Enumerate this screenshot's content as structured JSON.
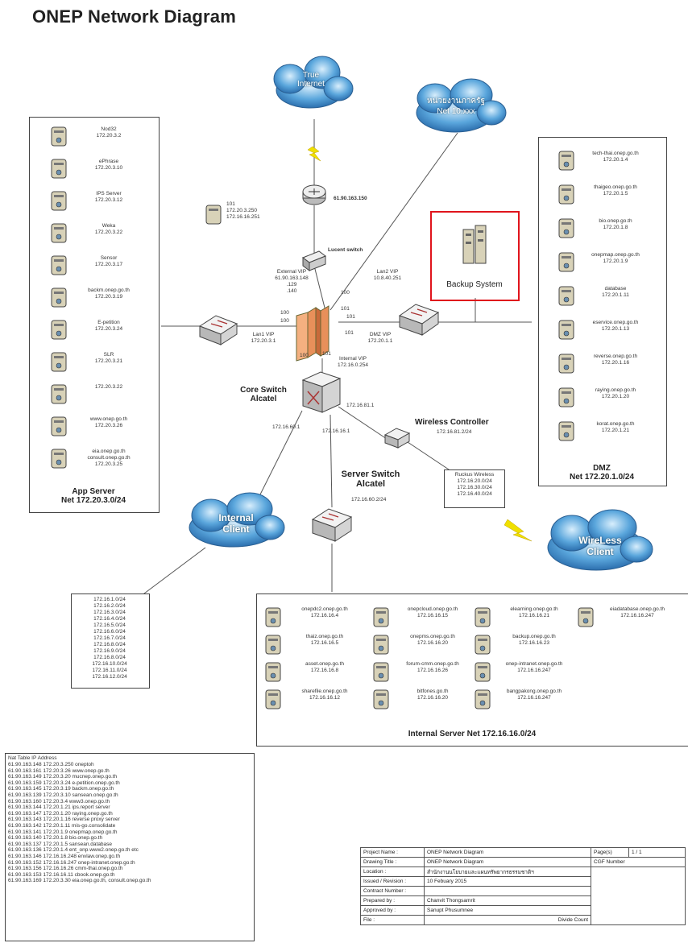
{
  "title": "ONEP Network Diagram",
  "clouds": {
    "internet": [
      "True",
      "Internet"
    ],
    "gov": [
      "หน่วยงานภาครัฐ",
      "Net 10.xxx"
    ],
    "internal": [
      "Internal",
      "Client"
    ],
    "wireless": [
      "WireLess",
      "Client"
    ]
  },
  "router_ip": "61.90.163.150",
  "lucent_label": "Lucent switch",
  "misc_server": [
    "101",
    "172.20.3.250",
    "172.16.16.251"
  ],
  "external_vip": [
    "External VIP",
    "61.90.163.148",
    ".129",
    ".140"
  ],
  "lan2_vip": [
    "Lan2 VIP",
    "10.8.40.251"
  ],
  "lan1_vip": [
    "Lan1 VIP",
    "172.20.3.1"
  ],
  "dmz_vip": [
    "DMZ VIP",
    "172.20.1.1"
  ],
  "internal_vip": [
    "Internal VIP",
    "172.16.0.254"
  ],
  "port_labels": [
    "100",
    "101",
    "101",
    "100",
    "100",
    "100",
    "101",
    "101",
    "100",
    "101"
  ],
  "core_switch": [
    "Core Switch",
    "Alcatel"
  ],
  "core_ip1": "172.16.81.1",
  "core_ip2": "172.16.60.1",
  "core_ip3": "172.16.16.1",
  "wireless_controller": "Wireless Controller",
  "wireless_controller_ip": "172.16.81.2/24",
  "ruckus": [
    "Ruckus Wireless",
    "172.16.20.0/24",
    "172.16.30.0/24",
    "172.16.40.0/24"
  ],
  "server_switch": [
    "Server Switch",
    "Alcatel"
  ],
  "server_switch_ip": "172.16.60.2/24",
  "backup_system": "Backup System",
  "app_server": {
    "title": [
      "App Server",
      "Net 172.20.3.0/24"
    ],
    "items": [
      [
        "Nod32",
        "172.20.3.2"
      ],
      [
        "ePhrase",
        "172.20.3.10"
      ],
      [
        "IPS Server",
        "172.20.3.12"
      ],
      [
        "Weka",
        "172.20.3.22"
      ],
      [
        "Sensor",
        "172.20.3.17"
      ],
      [
        "backm.onep.go.th",
        "172.20.3.19"
      ],
      [
        "E-petition",
        "172.20.3.24"
      ],
      [
        "SLR",
        "172.20.3.21"
      ],
      [
        "",
        "172.20.3.22"
      ],
      [
        "www.onep.go.th",
        "172.20.3.26"
      ],
      [
        "eia.onep.go.th",
        "consult.onep.go.th",
        "172.20.3.25"
      ]
    ]
  },
  "dmz": {
    "title": [
      "DMZ",
      "Net 172.20.1.0/24"
    ],
    "items": [
      [
        "tech-thai.onep.go.th",
        "172.20.1.4"
      ],
      [
        "thaigeo.onep.go.th",
        "172.20.1.5"
      ],
      [
        "bio.onep.go.th",
        "172.20.1.8"
      ],
      [
        "onepmap.onep.go.th",
        "172.20.1.9"
      ],
      [
        "database",
        "172.20.1.11"
      ],
      [
        "eservice.onep.go.th",
        "172.20.1.13"
      ],
      [
        "reverse.onep.go.th",
        "172.20.1.16"
      ],
      [
        "raying.onep.go.th",
        "172.20.1.20"
      ],
      [
        "korat.onep.go.th",
        "172.20.1.21"
      ]
    ]
  },
  "internal_server": {
    "title": "Internal Server Net 172.16.16.0/24",
    "items": [
      [
        "onepdc2.onep.go.th",
        "172.16.16.4"
      ],
      [
        "onepcloud.onep.go.th",
        "172.16.16.15"
      ],
      [
        "elearning.onep.go.th",
        "172.16.16.21"
      ],
      [
        "eiadatabase.onep.go.th",
        "172.16.16.247"
      ],
      [
        "thaiz.onep.go.th",
        "172.16.16.5"
      ],
      [
        "onepms.onep.go.th",
        "172.16.16.20"
      ],
      [
        "backup.onep.go.th",
        "172.16.16.23"
      ],
      [
        "asset.onep.go.th",
        "172.16.16.8"
      ],
      [
        "forum-cmm.onep.go.th",
        "172.16.16.26"
      ],
      [
        "onep-intranet.onep.go.th",
        "172.16.16.247"
      ],
      [
        "sharefile.onep.go.th",
        "172.16.16.12"
      ],
      [
        "bitfones.go.th",
        "172.16.16.20"
      ],
      [
        "bangpakong.onep.go.th",
        "172.16.16.247"
      ]
    ]
  },
  "client_subnets": [
    "172.16.1.0/24",
    "172.16.2.0/24",
    "172.16.3.0/24",
    "172.16.4.0/24",
    "172.16.5.0/24",
    "172.16.6.0/24",
    "172.16.7.0/24",
    "172.16.8.0/24",
    "172.16.9.0/24",
    "172.16.8.0/24",
    "172.16.10.0/24",
    "172.16.11.0/24",
    "172.16.12.0/24"
  ],
  "nat_table": {
    "title": "Nat Table IP Address",
    "rows": [
      "61.90.163.148 172.20.3.250 oneptoh",
      "61.90.163.161 172.20.3.26 www.onep.go.th",
      "61.90.163.149 172.20.3.20 mucnep.onep.go.th",
      "61.90.163.159 172.20.3.24 e-petition.onep.go.th",
      "61.90.163.145 172.20.3.19 backm.onep.go.th",
      "61.90.163.139 172.20.3.10 sansean.onep.go.th",
      "61.90.163.160 172.20.3.4 www3.onep.go.th",
      "61.90.163.144 172.20.1.21 ips.report server",
      "61.90.163.147 172.20.1.20 raying.onep.go.th",
      "61.90.163.143 172.20.1.16 reverse proxy server",
      "61.90.163.142 172.20.1.11 mis-go.consolidate",
      "61.90.163.141 172.20.1.9 onepmap.onep.go.th",
      "61.90.163.140 172.20.1.8 bio.onep.go.th",
      "61.90.163.137 172.20.1.5 sansean.database",
      "61.90.163.136 172.20.1.4 ent_onp.www2.onep.go.th etc",
      "61.90.163.146 172.16.16.248 envlaw.onep.go.th",
      "61.90.163.152 172.16.16.247 onep-intranet.onep.go.th",
      "61.90.163.156 172.16.16.26 cmm-thai.onep.go.th",
      "61.90.163.153 172.16.16.11 cbook.onep.go.th",
      "61.90.163.169 172.20.3.30 eia.onep.go.th, consult.onep.go.th"
    ]
  },
  "title_block": {
    "project_name_label": "Project Name :",
    "project_name": "ONEP Network Diagram",
    "drawing_title_label": "Drawing Title :",
    "drawing_title": "ONEP Network Diagram",
    "location_label": "Location :",
    "location": "สำนักงานนโยบายและแผนทรัพยากรธรรมชาติฯ",
    "issued_label": "Issued / Revision :",
    "issued": "10 Febuary 2015",
    "contract_label": "Contract Number :",
    "contract": "",
    "prepared_label": "Prepared by :",
    "prepared": "Chanvit Thongsamrit",
    "approved_label": "Approved by :",
    "approved": "Sanupt Phusumnee",
    "file_label": "File :",
    "page_label": "Page(s)",
    "page": "1 / 1",
    "cgf_label": "CGF Number",
    "divide_count": "Divide Count"
  }
}
